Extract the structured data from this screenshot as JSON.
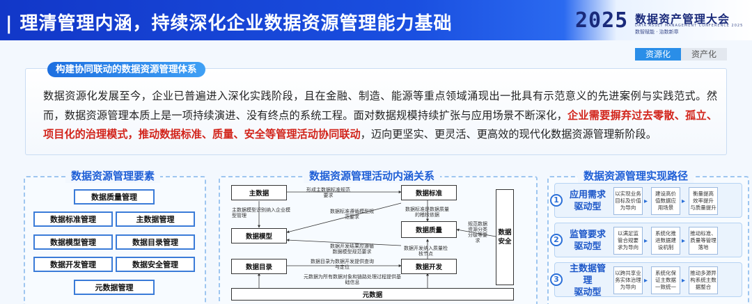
{
  "header": {
    "title": "| 理清管理内涵，持续深化企业数据资源管理能力基础"
  },
  "conference": {
    "year": "2025",
    "name": "数据资产管理大会",
    "english": "DATA ASSET MANAGEMENT CONFERENCE 2025",
    "slogan": "数智赋能 · 治数新章"
  },
  "tabs": [
    {
      "label": "资源化"
    },
    {
      "label": "资产化"
    }
  ],
  "intro": {
    "tag": "构建协同联动的数据资源管理体系",
    "text_before": "数据资源化发展至今，企业已普遍进入深化实践阶段，且在金融、制造、能源等重点领域涌现出一批具有示范意义的先进案例与实践范式。然而，数据资源管理本质上是一项持续演进、没有终点的系统工程。面对数据规模持续扩张与应用场景不断深化，",
    "highlight": "企业需要摒弃过去零散、孤立、项目化的治理模式，推动数据标准、质量、安全等管理活动协同联动",
    "text_after": "，迈向更坚实、更灵活、更高效的现代化数据资源管理新阶段。"
  },
  "left_panel": {
    "title": "数据资源管理要素",
    "items": [
      "数据质量管理",
      "数据标准管理",
      "主数据管理",
      "数据模型管理",
      "数据目录管理",
      "数据开发管理",
      "数据安全管理",
      "元数据管理"
    ]
  },
  "middle_panel": {
    "title": "数据资源管理活动内涵关系",
    "nodes": {
      "master": "主数据",
      "standard": "数据标准",
      "model": "数据模型",
      "quality": "数据质量",
      "catalog": "数据目录",
      "dev": "数据开发",
      "security": "数据\n安全",
      "meta": "元数据"
    },
    "notes": {
      "n1": "形成主数据标准规范\n要求",
      "n2": "主数据模型识别纳入企业模\n型管理",
      "n3": "数据标准遵循模型规\n范要求",
      "n4": "数据标准是数据质量\n的稽核依据",
      "n5": "规范数据\n资源分类\n分级等要\n求",
      "n6": "数据开发结果应遵循\n数据模型规范要求",
      "n7": "数据开发纳入质量检\n核节点",
      "n8": "数据目录为数据开发提供查询\n与定位",
      "n9": "元数据为所有数据对象和链路处理过程提供基\n础信息"
    }
  },
  "right_panel": {
    "title": "数据资源管理实现路径",
    "steps": [
      {
        "num": "1",
        "name": "应用需求\n驱动型",
        "cells": [
          "以实现业务\n目标及价值\n为导向",
          "建设高价\n值数据应\n用场景",
          "衡量提高\n效率提升\n与质量提升"
        ]
      },
      {
        "num": "2",
        "name": "监管要求\n驱动型",
        "cells": [
          "以满足监\n管合规要\n求为导向",
          "系统化推\n进数据建\n设机制",
          "推动标准、\n质量等管理\n落地"
        ]
      },
      {
        "num": "3",
        "name": "主数据管理\n驱动型",
        "cells": [
          "以跨共享业\n务实体治理\n为导向",
          "系统化保\n证主数据\n一致统一",
          "推动多源异\n构系统主数\n据整合"
        ]
      }
    ]
  }
}
